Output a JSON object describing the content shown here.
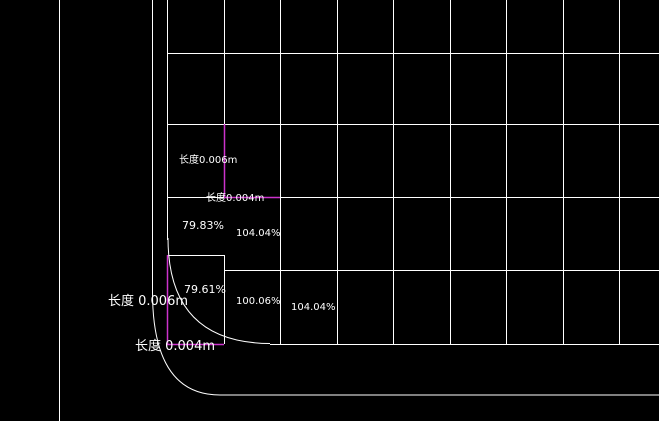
{
  "viewport": {
    "background_color": "#000000",
    "grid_line_color": "#ffffff",
    "highlight_line_color": "#cc33cc"
  },
  "annotations": {
    "overlap_label": "长度0.006m",
    "length_upper": "长度0.004m",
    "pct_79_83": "79.83%",
    "pct_104_04_a": "104.04%",
    "pct_79_61": "79.61%",
    "pct_100_06": "100.06%",
    "pct_104_04_b": "104.04%",
    "length_0_006": "长度 0.006m",
    "length_0_004": "长度 0.004m"
  }
}
